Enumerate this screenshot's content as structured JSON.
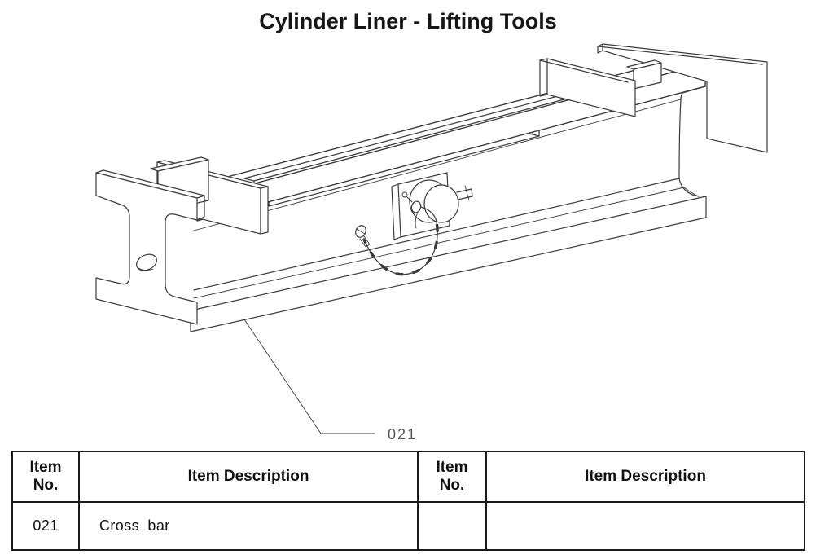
{
  "title": "Cylinder Liner - Lifting Tools",
  "diagram": {
    "callout_label": "021"
  },
  "table": {
    "headers": [
      {
        "line1": "Item",
        "line2": "No."
      },
      {
        "line1": "Item Description",
        "line2": ""
      },
      {
        "line1": "Item",
        "line2": "No."
      },
      {
        "line1": "Item Description",
        "line2": ""
      }
    ],
    "rows": [
      [
        "021",
        "Cross bar",
        "",
        ""
      ]
    ]
  },
  "colors": {
    "background": "#ffffff",
    "drawing_line": "#3a3a3a",
    "callout_text": "#555555",
    "table_border": "#1a1a1a",
    "text": "#111111"
  }
}
